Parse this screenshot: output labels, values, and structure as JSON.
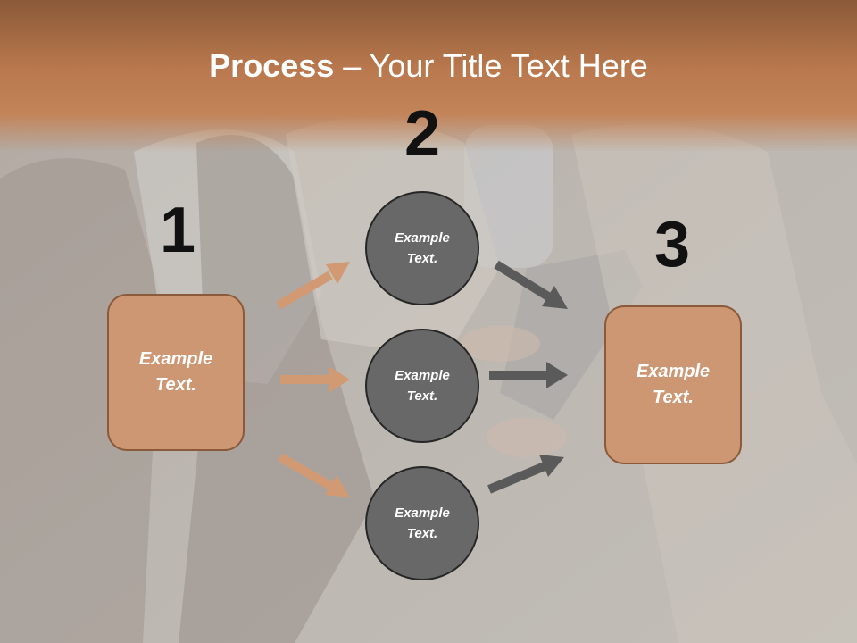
{
  "slide": {
    "title_bold": "Process",
    "title_rest": " – Your Title Text Here",
    "numbers": [
      "1",
      "2",
      "3"
    ],
    "left_box": "Example\nText.",
    "right_box": "Example\nText.",
    "circles": [
      "Example\nText.",
      "Example\nText.",
      "Example\nText."
    ]
  },
  "colors": {
    "title_band": "#b9784d",
    "box_fill": "#cc9772",
    "box_border": "#8a5a3a",
    "circle_fill": "#686868",
    "circle_border": "#262626",
    "arrow_orange": "#d19a72",
    "arrow_gray": "#5a5a5a"
  }
}
